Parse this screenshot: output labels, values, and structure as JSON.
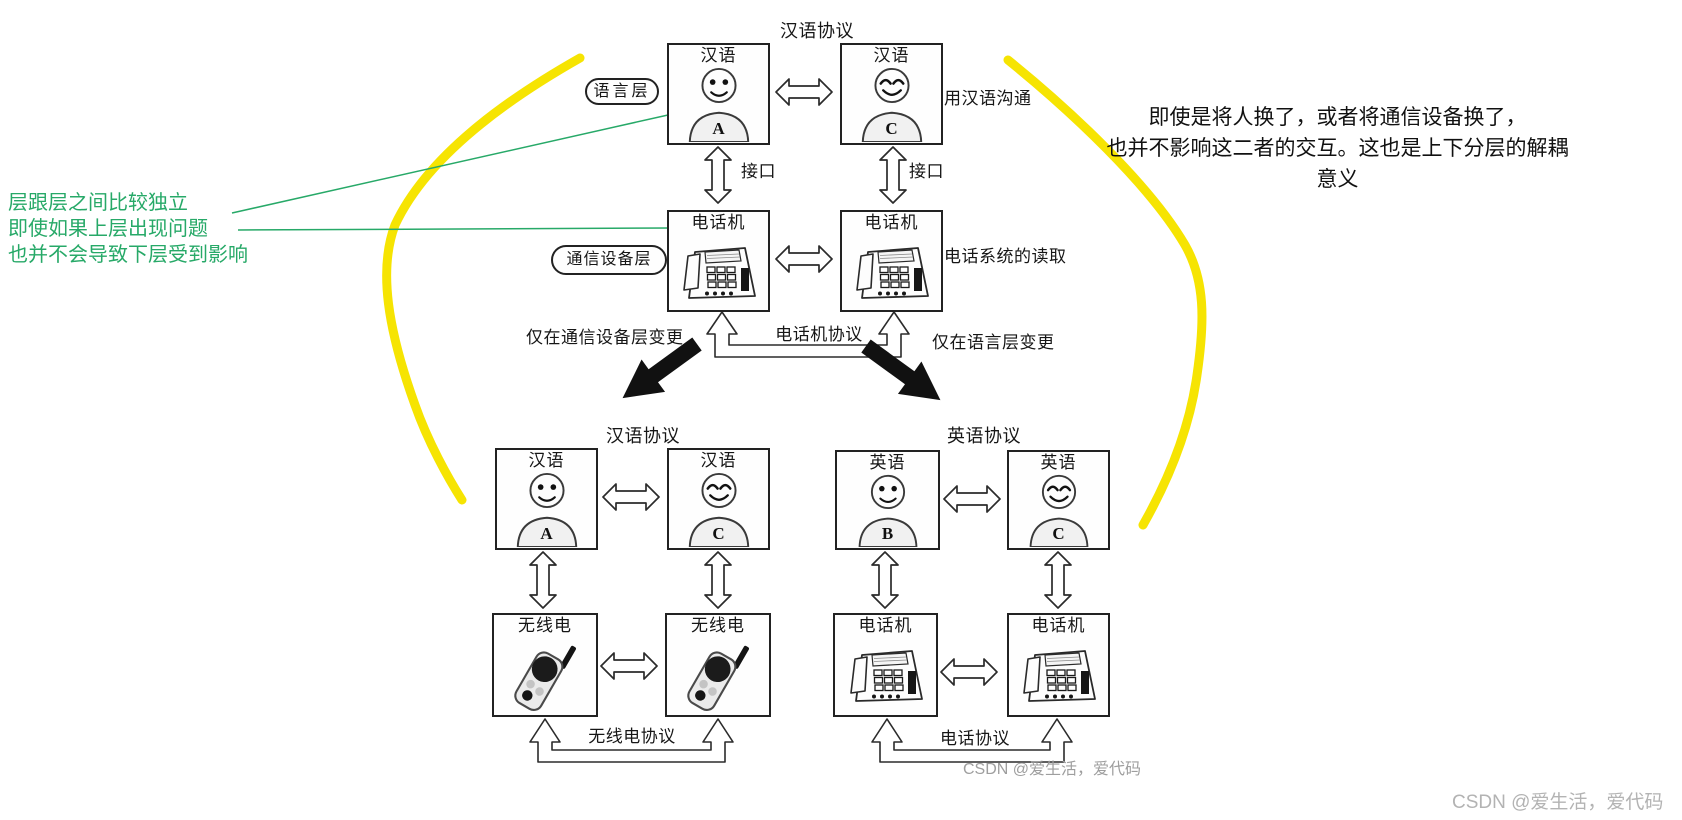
{
  "colors": {
    "annotation_green": "#27a968",
    "highlight_yellow": "#f6e402",
    "diagram_ink": "#222222",
    "watermark_gray": "#a5a5a5"
  },
  "green_note": {
    "line1": "层跟层之间比较独立",
    "line2": "即使如果上层出现问题",
    "line3": "也并不会导致下层受到影响"
  },
  "right_note": {
    "line1": "即使是将人换了，或者将通信设备换了，",
    "line2": "也并不影响这二者的交互。这也是上下分层的解耦",
    "line3": "意义"
  },
  "watermarks": {
    "mid": "CSDN @爱生活，爱代码",
    "corner": "CSDN @爱生活，爱代码"
  },
  "top_group": {
    "protocol_label": "汉语协议",
    "language_layer_pill": "语言层",
    "device_layer_pill": "通信设备层",
    "person_left": {
      "lang": "汉语",
      "id": "A"
    },
    "person_right": {
      "lang": "汉语",
      "id": "C"
    },
    "speak_note": "用汉语沟通",
    "interface_left": "接口",
    "interface_right": "接口",
    "device_left": "电话机",
    "device_right": "电话机",
    "device_note": "电话系统的读取",
    "device_protocol": "电话机协议",
    "change_device_note": "仅在通信设备层变更",
    "change_language_note": "仅在语言层变更"
  },
  "bottom_left_group": {
    "protocol_label": "汉语协议",
    "person_left": {
      "lang": "汉语",
      "id": "A"
    },
    "person_right": {
      "lang": "汉语",
      "id": "C"
    },
    "device_left": "无线电",
    "device_right": "无线电",
    "device_protocol": "无线电协议"
  },
  "bottom_right_group": {
    "protocol_label": "英语协议",
    "person_left": {
      "lang": "英语",
      "id": "B"
    },
    "person_right": {
      "lang": "英语",
      "id": "C"
    },
    "device_left": "电话机",
    "device_right": "电话机",
    "device_protocol": "电话协议"
  }
}
